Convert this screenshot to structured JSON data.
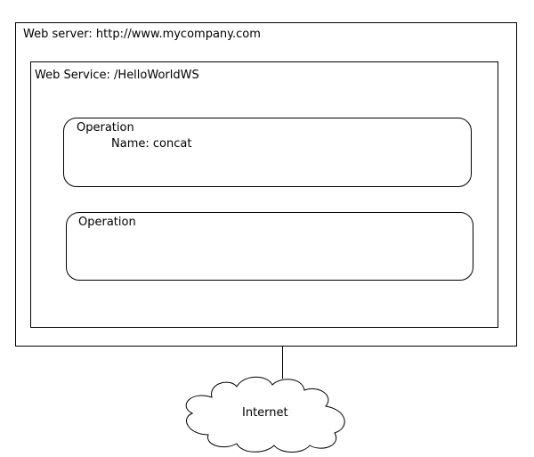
{
  "server": {
    "title": "Web server: http://www.mycompany.com"
  },
  "service": {
    "title": "Web Service: /HelloWorldWS"
  },
  "operations": [
    {
      "title": "Operation",
      "name": "Name: concat"
    },
    {
      "title": "Operation"
    }
  ],
  "network": {
    "label": "Internet",
    "icon": "cloud-icon"
  }
}
